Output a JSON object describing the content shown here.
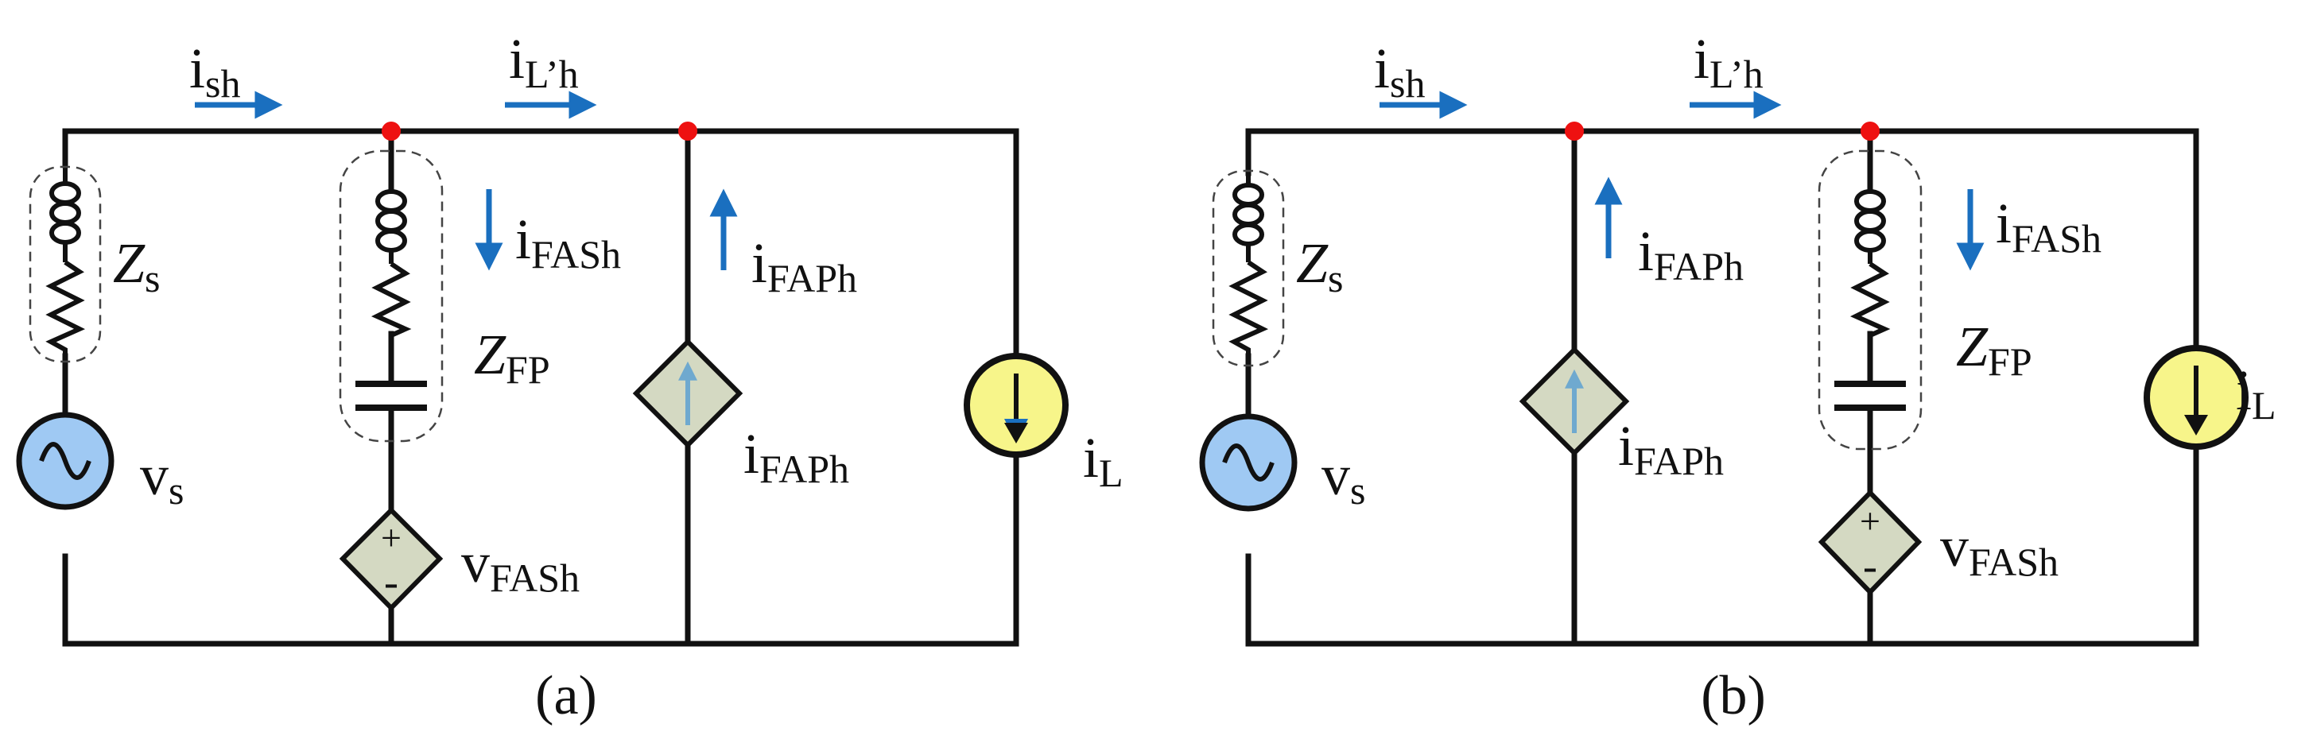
{
  "colors": {
    "wire": "#111111",
    "arrow": "#1a6fbf",
    "node": "#ee1111",
    "voltage_source_fill": "#9fc9f3",
    "current_source_fill": "#f7f58a",
    "controlled_source_fill": "#d4d9c2",
    "controlled_arrow": "#6fa9cf"
  },
  "icons": [
    "inductor-icon",
    "resistor-icon",
    "capacitor-icon",
    "ac-source-icon",
    "current-source-icon",
    "dependent-voltage-source-icon",
    "dependent-current-source-icon"
  ],
  "labels": {
    "i_sh": {
      "main": "i",
      "sub": "sh"
    },
    "i_Lh": {
      "main": "i",
      "sub": "L’h"
    },
    "i_FASh": {
      "main": "i",
      "sub": "FASh"
    },
    "i_FAPh": {
      "main": "i",
      "sub": "FAPh"
    },
    "Z_s": {
      "main": "Z",
      "sub": "s"
    },
    "Z_FP": {
      "main": "Z",
      "sub": "FP"
    },
    "v_s": {
      "main": "v",
      "sub": "s"
    },
    "v_FASh": {
      "main": "v",
      "sub": "FASh"
    },
    "i_L": {
      "main": "i",
      "sub": "L"
    },
    "plus": "+",
    "minus": "-"
  },
  "captions": {
    "a": "(a)",
    "b": "(b)"
  }
}
